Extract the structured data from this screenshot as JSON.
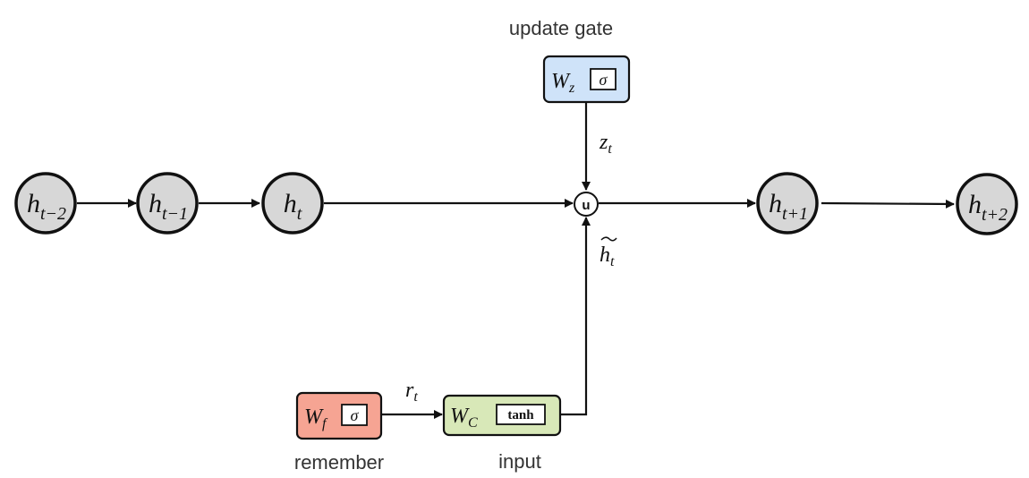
{
  "labels": {
    "update_gate": "update gate",
    "remember": "remember",
    "input": "input"
  },
  "nodes": [
    {
      "id": "h_t-2",
      "base": "h",
      "sub": "t−2"
    },
    {
      "id": "h_t-1",
      "base": "h",
      "sub": "t−1"
    },
    {
      "id": "h_t",
      "base": "h",
      "sub": "t"
    },
    {
      "id": "h_t+1",
      "base": "h",
      "sub": "t+1"
    },
    {
      "id": "h_t+2",
      "base": "h",
      "sub": "t+2"
    }
  ],
  "gates": {
    "update": {
      "weight_base": "W",
      "weight_sub": "z",
      "fn": "σ",
      "color": "#cfe3f9"
    },
    "remember": {
      "weight_base": "W",
      "weight_sub": "f",
      "fn": "σ",
      "color": "#f6a493"
    },
    "input": {
      "weight_base": "W",
      "weight_sub": "C",
      "fn": "tanh",
      "color": "#d8e8b8"
    }
  },
  "combiner": {
    "symbol": "u"
  },
  "signals": {
    "z": {
      "base": "z",
      "sub": "t"
    },
    "r": {
      "base": "r",
      "sub": "t"
    },
    "h_tilde": {
      "base": "h",
      "sub": "t"
    }
  },
  "colors": {
    "node_fill": "#d7d7d7",
    "stroke": "#111111"
  }
}
